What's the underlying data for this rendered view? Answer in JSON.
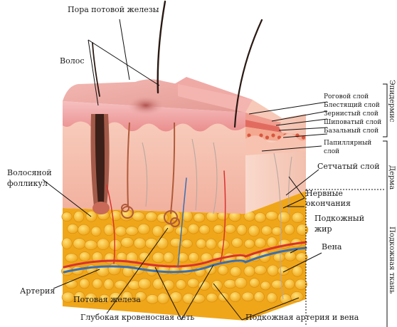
{
  "labels": {
    "sweat_pore": "Пора потовой железы",
    "hair": "Волос",
    "hair_follicle_1": "Волосяной",
    "hair_follicle_2": "фолликул",
    "artery": "Артерия",
    "sweat_gland": "Потовая железа",
    "deep_vascular_net": "Глубокая кровеносная сеть",
    "subcutaneous_artery_vein": "Подкожная артерия и вена",
    "stratum_corneum": "Роговой слой",
    "stratum_lucidum": "Блестящий слой",
    "stratum_granulosum": "Зернистый слой",
    "stratum_spinosum": "Шиповатый слой",
    "stratum_basale": "Базальный слой",
    "papillary_1": "Папиллярный",
    "papillary_2": "слой",
    "reticular": "Сетчатый слой",
    "nerve_1": "Нервные",
    "nerve_2": "окончания",
    "subcut_fat_1": "Подкожный",
    "subcut_fat_2": "жир",
    "vein": "Вена"
  },
  "side_labels": {
    "epidermis": "Эпидермис",
    "dermis": "Дерма",
    "hypodermis": "Подкожная ткань"
  },
  "colors": {
    "epidermis": "#f2a7a7",
    "dermis": "#f6c4b4",
    "dermis_side": "#f9d7cb",
    "fat": "#f4b21c",
    "fat_light": "#fbd44a",
    "artery": "#d8322f",
    "vein": "#3a6fb3",
    "hair": "#2a1a14",
    "leader": "#111111"
  }
}
